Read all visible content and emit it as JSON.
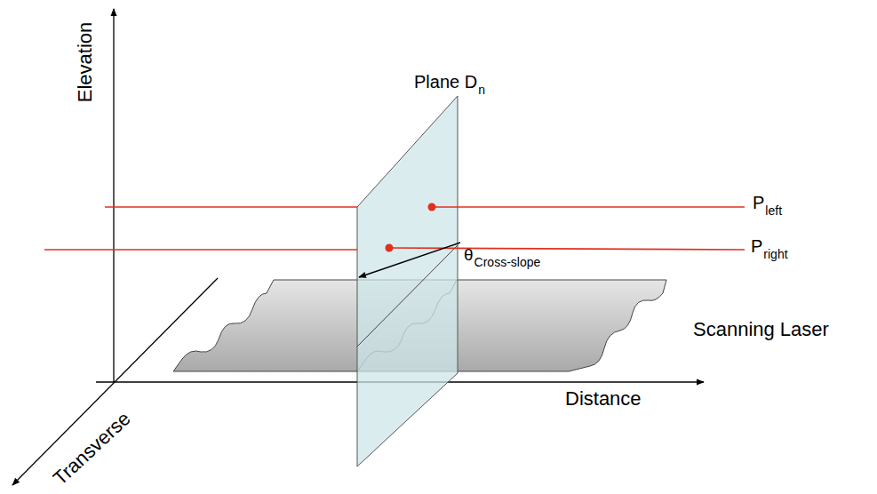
{
  "diagram": {
    "labels": [
      "Elevation",
      "Plane D",
      "n",
      "P",
      "left",
      "P",
      "right",
      "θ",
      "Cross-slope",
      "Scanning Laser",
      "Distance",
      "Transverse"
    ]
  }
}
